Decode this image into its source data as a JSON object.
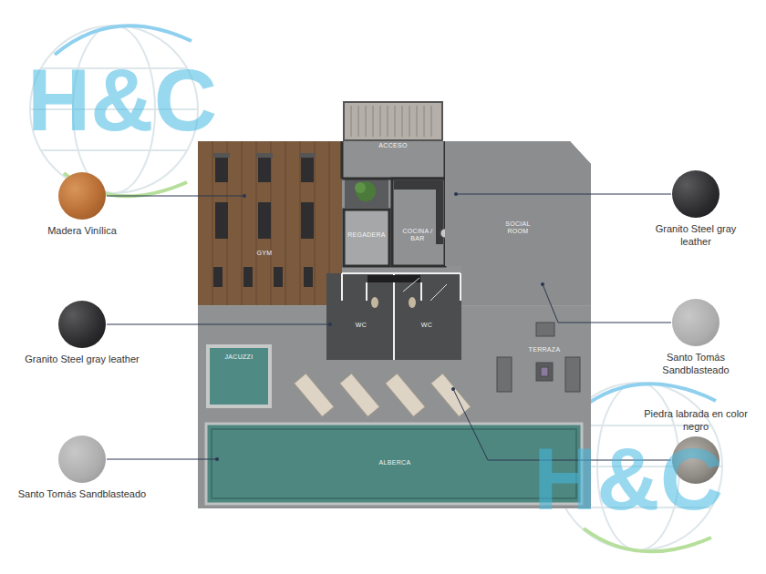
{
  "diagram": {
    "nodes": [
      {
        "text": [
          "Madera Vinílica"
        ]
      },
      {
        "text": [
          "Granito Steel gray leather"
        ]
      },
      {
        "text": [
          "Santo Tomás Sandblasteado"
        ]
      },
      {
        "text": [
          "Granito Steel gray leather"
        ]
      },
      {
        "text": [
          "Santo Tomás Sandblasteado"
        ]
      },
      {
        "text": [
          "Piedra labrada en color negro"
        ]
      }
    ],
    "labels": [
      "H&C",
      "ACCESO",
      "GYM",
      "REGADERA",
      "COCINA / BAR",
      "SOCIAL ROOM",
      "WC",
      "WC",
      "TERRAZA",
      "JACUZZI",
      "ALBERCA",
      "H&C"
    ]
  }
}
